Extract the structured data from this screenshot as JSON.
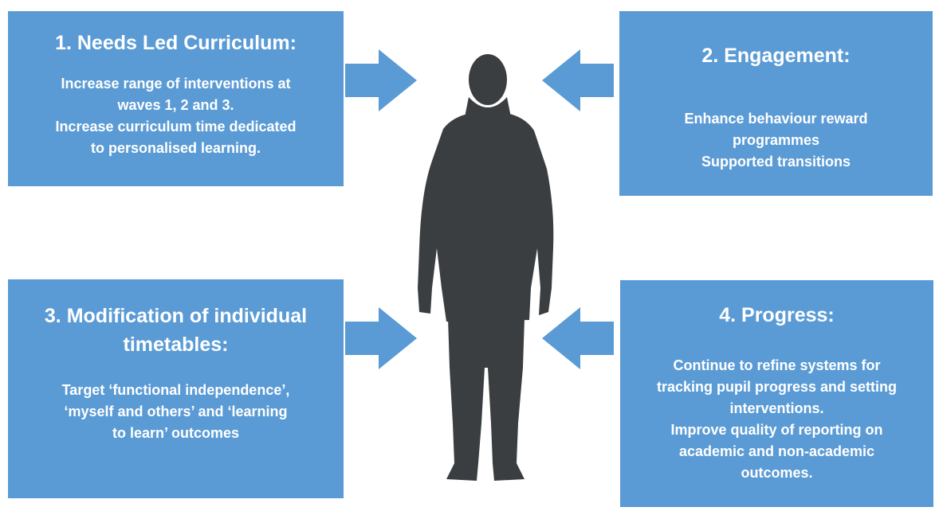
{
  "colors": {
    "box": "#5b9bd5",
    "arrow": "#5b9bd5",
    "silhouette": "#3b3e40",
    "text": "#ffffff"
  },
  "boxes": {
    "needs_led": {
      "title": "1. Needs Led Curriculum:",
      "lines": [
        "Increase range of interventions at",
        "waves 1, 2 and 3.",
        "Increase curriculum time dedicated",
        "to personalised learning."
      ]
    },
    "engagement": {
      "title": "2. Engagement:",
      "lines": [
        "Enhance behaviour reward",
        "programmes",
        "Supported transitions"
      ]
    },
    "modification": {
      "title_lines": [
        "3. Modification of individual",
        "timetables:"
      ],
      "lines": [
        "Target ‘functional independence’,",
        "‘myself and others’ and ‘learning",
        "to learn’ outcomes"
      ]
    },
    "progress": {
      "title": "4. Progress:",
      "lines": [
        "Continue to refine systems for",
        "tracking pupil progress and setting",
        "interventions.",
        "Improve quality of reporting on",
        "academic and non-academic",
        "outcomes."
      ]
    }
  },
  "figure": {
    "icon": "person-silhouette-icon",
    "arrow_icon": "arrow-icon"
  }
}
